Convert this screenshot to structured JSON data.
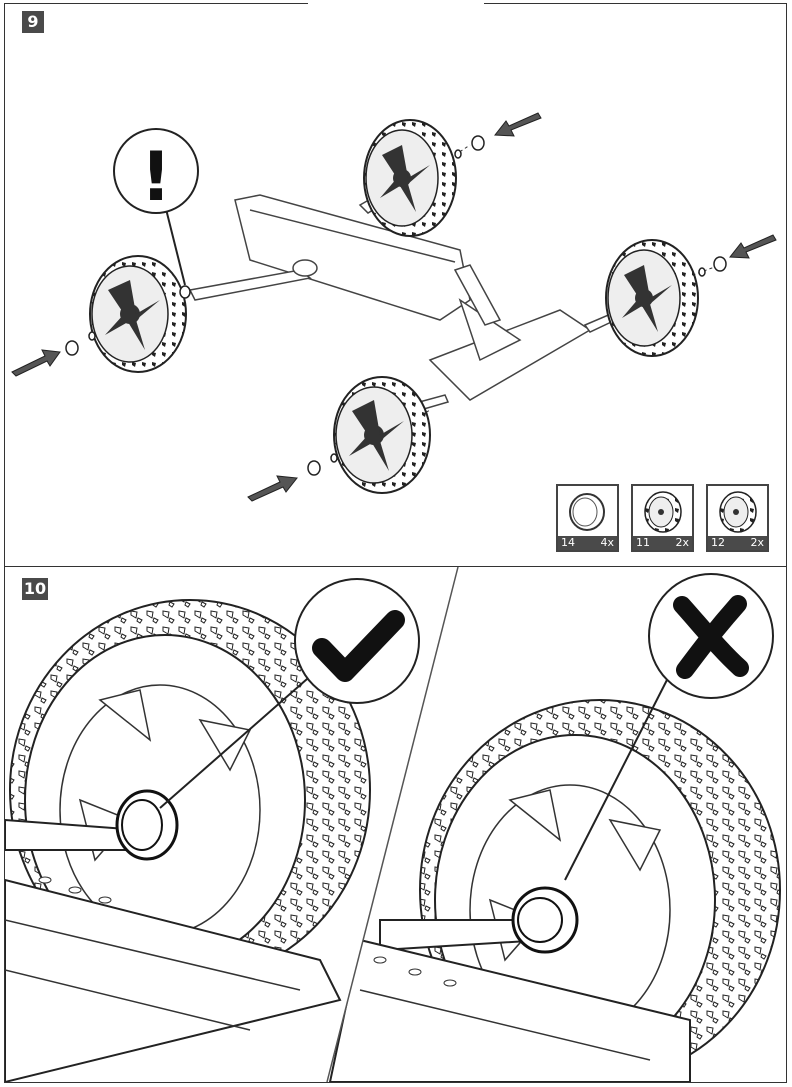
{
  "steps": {
    "step9": {
      "number": "9"
    },
    "step10": {
      "number": "10"
    }
  },
  "parts": [
    {
      "number": "14",
      "quantity": "4x",
      "icon": "cap-icon"
    },
    {
      "number": "11",
      "quantity": "2x",
      "icon": "wheel-icon"
    },
    {
      "number": "12",
      "quantity": "2x",
      "icon": "wheel-icon"
    }
  ],
  "callouts": {
    "warning": "!",
    "correct_icon": "checkmark-icon",
    "incorrect_icon": "cross-icon"
  },
  "colors": {
    "badge": "#4a4a4a",
    "arrow": "#555555",
    "tire_fill": "#eeeeee",
    "line": "#222222"
  }
}
